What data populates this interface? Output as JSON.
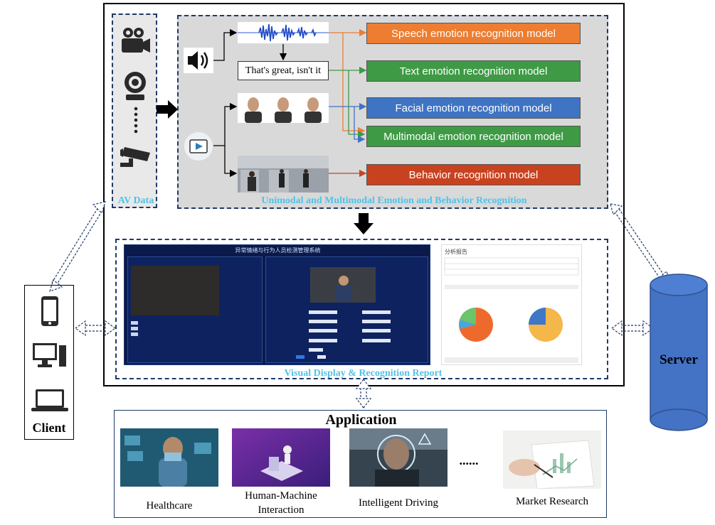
{
  "av_data": {
    "label": "AV Data"
  },
  "recognition": {
    "title": "Unimodal and Multimodal Emotion and Behavior Recognition",
    "transcript": "That's great, isn't it",
    "models": [
      {
        "label": "Speech emotion recognition model",
        "color": "#ed7d31"
      },
      {
        "label": "Text emotion recognition model",
        "color": "#3e9a45"
      },
      {
        "label": "Facial emotion recognition model",
        "color": "#3f74c4"
      },
      {
        "label": "Multimodal emotion recognition model",
        "color": "#3e9a45"
      },
      {
        "label": "Behavior recognition model",
        "color": "#c9421f"
      }
    ]
  },
  "display": {
    "title": "Visual Display & Recognition Report",
    "system_title": "异常情绪与行为人员检测管理系统",
    "report_title": "分析报告"
  },
  "application": {
    "title": "Application",
    "items": [
      "Healthcare",
      "Human-Machine Interaction",
      "Intelligent Driving",
      "Market Research"
    ],
    "ellipsis": "......"
  },
  "client": {
    "label": "Client"
  },
  "server": {
    "label": "Server",
    "color": "#4472c4"
  },
  "colors": {
    "accent_label": "#4fc3e8",
    "frame_dash": "#1f3a68"
  }
}
